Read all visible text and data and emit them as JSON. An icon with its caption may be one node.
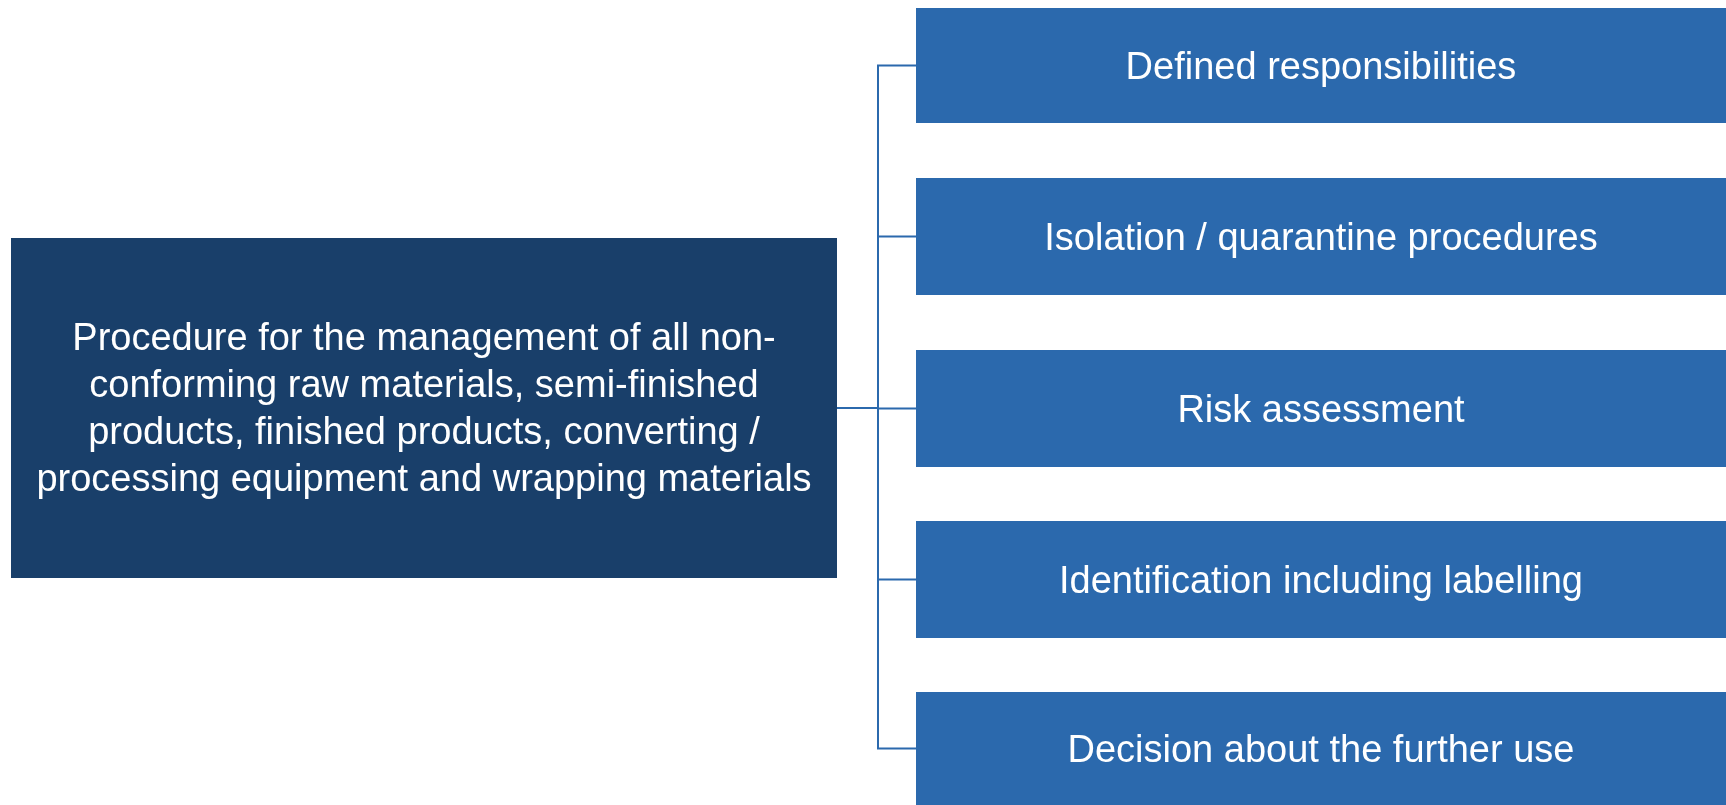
{
  "diagram": {
    "nodes": [
      {
        "text": [
          "Procedure for the management of all non-conforming raw materials, semi-finished products, finished products, converting / processing equipment and wrapping materials"
        ]
      },
      {
        "text": [
          "Defined responsibilities"
        ]
      },
      {
        "text": [
          "Isolation / quarantine procedures"
        ]
      },
      {
        "text": [
          "Risk assessment"
        ]
      },
      {
        "text": [
          "Identification including labelling"
        ]
      },
      {
        "text": [
          "Decision about the further use"
        ]
      }
    ],
    "edges": [
      {
        "from": 0,
        "to": 1,
        "arrow": "none"
      },
      {
        "from": 0,
        "to": 2,
        "arrow": "none"
      },
      {
        "from": 0,
        "to": 3,
        "arrow": "none"
      },
      {
        "from": 0,
        "to": 4,
        "arrow": "none"
      },
      {
        "from": 0,
        "to": 5,
        "arrow": "none"
      }
    ]
  }
}
